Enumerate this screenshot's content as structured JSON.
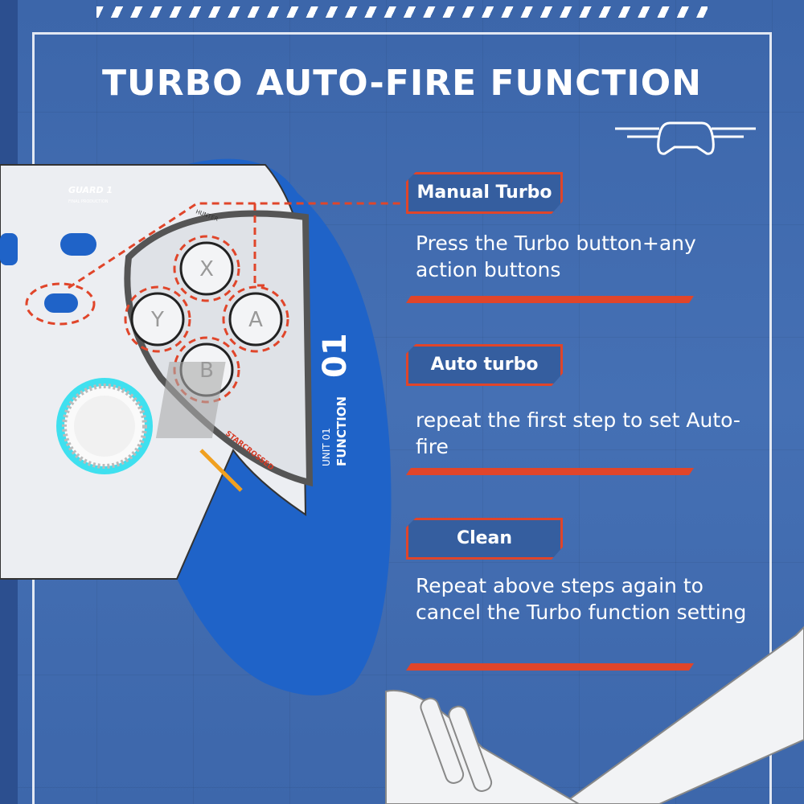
{
  "title": "TURBO AUTO-FIRE FUNCTION",
  "sections": [
    {
      "label": "Manual Turbo",
      "text": "Press the Turbo button+any action buttons"
    },
    {
      "label": "Auto turbo",
      "text": "repeat the first step to set Auto-fire"
    },
    {
      "label": "Clean",
      "text": "Repeat above steps again to cancel the Turbo function setting"
    }
  ],
  "controller": {
    "brand_top": "GUARD 1",
    "production": "FINAL PRODUCTION",
    "hunter": "HUNTER",
    "maker": "STARCROSSED",
    "unit": "UNIT 01",
    "function": "FUNCTION",
    "number": "01",
    "buttons": {
      "x": "X",
      "y": "Y",
      "a": "A",
      "b": "B"
    }
  },
  "colors": {
    "accent": "#e0452a",
    "background": "#3f69ad",
    "controller_blue": "#1f63c8"
  }
}
